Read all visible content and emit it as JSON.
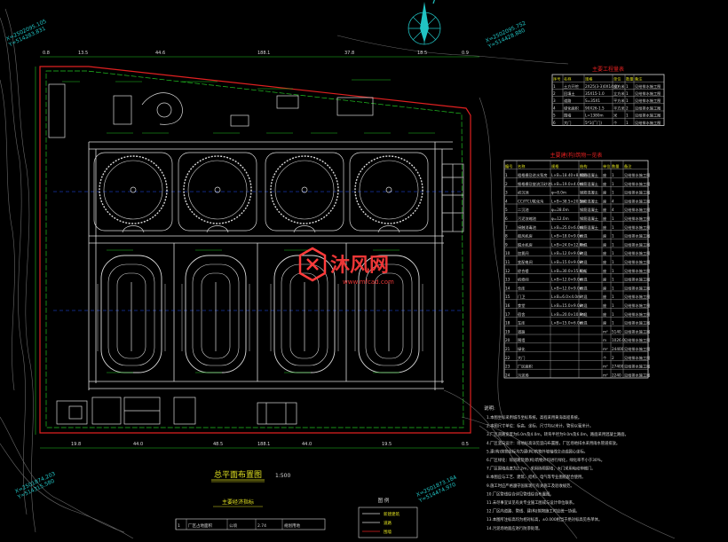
{
  "plan_title": "总平面布置图",
  "plan_subtitle": "1:500",
  "coords": [
    {
      "label": "X=2502095.105\nY=514283.831"
    },
    {
      "label": "X=2502095.752\nY=514428.880"
    },
    {
      "label": "X=2501874.203\nY=514315.580"
    },
    {
      "label": "X=2501873.184\nY=514474.970"
    }
  ],
  "top_dims": [
    "0.8",
    "13.5",
    "44.6",
    "188.1",
    "37.8",
    "18.5",
    "0.9"
  ],
  "bottom_dims": [
    "19.8",
    "44.0",
    "48.5",
    "188.1",
    "44.0",
    "19.5",
    "0.5"
  ],
  "table1": {
    "title": "主要工程量表",
    "header": [
      "序号",
      "名称",
      "规格",
      "单位",
      "数量",
      "备注"
    ],
    "rows": [
      [
        "1",
        "土方开挖",
        "2X25(3-3)0X14(0)",
        "立方米",
        "1",
        "见给排水施工图"
      ],
      [
        "2",
        "回填土",
        "35X15-1.0",
        "立方米",
        "1",
        "见给排水施工图"
      ],
      [
        "3",
        "道路",
        "S=35X1",
        "平方米",
        "1",
        "见给排水施工图"
      ],
      [
        "4",
        "绿化面积",
        "90X26-1.5",
        "平方米",
        "2",
        "见给排水施工图"
      ],
      [
        "5",
        "围墙",
        "L=1380m",
        "米",
        "1",
        "见给排水施工图"
      ],
      [
        "6",
        "大门",
        "5*1(厂门)",
        "个",
        "1",
        "见给排水施工图"
      ]
    ]
  },
  "table2": {
    "title": "主要建(构)筑物一览表",
    "header": [
      "编号",
      "名称",
      "规格",
      "结构",
      "单位",
      "数量",
      "备注"
    ],
    "rows": [
      [
        "1",
        "粗格栅及进水泵房",
        "L×B=18.40×8.00m",
        "钢筋混凝土",
        "座",
        "1",
        "见给排水施工图"
      ],
      [
        "2",
        "细格栅及旋流沉砂池",
        "L×B=19.0×4.0m",
        "钢筋混凝土",
        "座",
        "1",
        "见给排水施工图"
      ],
      [
        "3",
        "初沉池",
        "φ=8.0m",
        "钢筋混凝土",
        "座",
        "1",
        "见给排水施工图"
      ],
      [
        "4",
        "CC/ITCU氧化沟",
        "L×B=38.5×20.5m",
        "钢筋混凝土",
        "座",
        "4",
        "见给排水施工图"
      ],
      [
        "5",
        "二沉池",
        "φ=28.0m",
        "钢筋混凝土",
        "座",
        "4",
        "见给排水施工图"
      ],
      [
        "6",
        "污泥浓缩池",
        "φ=12.0m",
        "钢筋混凝土",
        "座",
        "1",
        "见给排水施工图"
      ],
      [
        "7",
        "接触消毒池",
        "L×B=25.0×6.0m",
        "钢筋混凝土",
        "座",
        "1",
        "见给排水施工图"
      ],
      [
        "8",
        "鼓风机房",
        "L×B=18.0×9.0m",
        "砖混",
        "座",
        "1",
        "见给排水施工图"
      ],
      [
        "9",
        "脱水机房",
        "L×B=24.0×12.0m",
        "砖混",
        "座",
        "1",
        "见给排水施工图"
      ],
      [
        "10",
        "加氯间",
        "L×B=12.0×9.0m",
        "砖混",
        "座",
        "1",
        "见给排水施工图"
      ],
      [
        "11",
        "变配电间",
        "L×B=15.0×9.0m",
        "砖混",
        "座",
        "1",
        "见给排水施工图"
      ],
      [
        "12",
        "综合楼",
        "L×B=30.0×15.0m",
        "框架",
        "座",
        "1",
        "见给排水施工图"
      ],
      [
        "13",
        "机修间",
        "L×B=12.0×9.0m",
        "砖混",
        "座",
        "1",
        "见给排水施工图"
      ],
      [
        "14",
        "仓库",
        "L×B=12.0×9.0m",
        "砖混",
        "座",
        "1",
        "见给排水施工图"
      ],
      [
        "15",
        "门卫",
        "L×B=6.0×4.0m",
        "砖混",
        "座",
        "1",
        "见给排水施工图"
      ],
      [
        "16",
        "食堂",
        "L×B=15.0×9.0m",
        "砖混",
        "座",
        "1",
        "见给排水施工图"
      ],
      [
        "17",
        "宿舍",
        "L×B=20.0×10.0m",
        "砖混",
        "座",
        "1",
        "见给排水施工图"
      ],
      [
        "18",
        "车库",
        "L×B=15.0×6.0m",
        "砖混",
        "座",
        "1",
        "见给排水施工图"
      ],
      [
        "19",
        "道路",
        "",
        "",
        "m²",
        "5140",
        "见给排水施工图"
      ],
      [
        "20",
        "围墙",
        "",
        "",
        "m",
        "1026.0",
        "见给排水施工图"
      ],
      [
        "21",
        "绿化",
        "",
        "",
        "m²",
        "24400",
        "见给排水施工图"
      ],
      [
        "22",
        "大门",
        "",
        "",
        "个",
        "2",
        "见给排水施工图"
      ],
      [
        "23",
        "厂区面积",
        "",
        "",
        "m²",
        "27400",
        "见给排水施工图"
      ],
      [
        "24",
        "污泥场",
        "",
        "",
        "m²",
        "2240",
        "见给排水施工图"
      ]
    ]
  },
  "notes_title": "说明:",
  "notes": [
    "1.本图坐标采用城市坐标系统，高程采用黄海高程系统。",
    "2.本图尺寸单位：标高、坐标、尺寸均以米计，管径以毫米计。",
    "3.厂区道路宽度为6.0m及4.0m，转弯半径为9.0m及6.0m，路面采用混凝土路面。",
    "4.厂区竖向设计：场地标高详见竖向布置图，厂区场地排水采用雨水管道排放。",
    "5.建(构)筑物坐标均为建(构)筑物外墙轴线交点或圆心坐标。",
    "6.厂区绿化：除道路及建(构)筑物外均进行绿化，绿化率不小于30%。",
    "7.厂区围墙高度为2.2m，采用砖砌围墙，大门采用电动伸缩门。",
    "8.本图应与工艺、建筑、结构、电气等专业图纸配合使用。",
    "9.施工时应严格遵守国家现行有关施工及验收规范。",
    "10.厂区管线综合详见管线综合布置图。",
    "11.未尽事宜详见有关专业施工图或与设计单位联系。",
    "12.厂区内道路、管线、建(构)筑物施工时应统一协调。",
    "13.本图所注标高均为相对标高，±0.000相当于绝对标高见各单体。",
    "14.污泥场地面应进行防渗处理。"
  ],
  "legend": {
    "title": "图 例",
    "items": [
      "新建建筑",
      "道路",
      "围墙"
    ]
  },
  "bottom_table": {
    "title": "主要经济指标",
    "cells": [
      "1",
      "厂区占地面积",
      "公顷",
      "2.74",
      "规划用地"
    ]
  },
  "watermark": {
    "brand": "沐风网",
    "url": "www.mfcad.com"
  },
  "colors": {
    "bg": "#000000",
    "line_white": "#d9d9d9",
    "line_green": "#21c321",
    "line_red": "#e02020",
    "line_yellow": "#e0e020",
    "line_cyan": "#20d8e0",
    "watermark": "#ff3b3b"
  }
}
